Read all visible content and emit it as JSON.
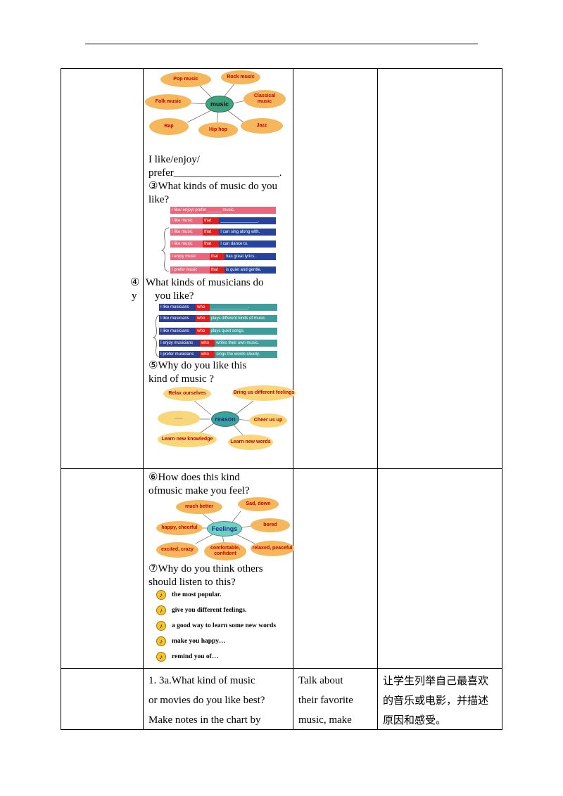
{
  "row1": {
    "music_map": {
      "center": "music",
      "nodes": [
        "Pop music",
        "Rock music",
        "Folk music",
        "Classical\nmusic",
        "Rap",
        "Hip hop",
        "Jazz"
      ]
    },
    "line1": "I  like/enjoy/",
    "line2": "prefer____________________.",
    "q3_line1": "③What kinds of music do you",
    "q3_line2": "like?",
    "music_bars": [
      {
        "a": "I like/ enjoy/ prefer ______ music.",
        "b": "",
        "c": ""
      },
      {
        "a": "I like music",
        "b": "that",
        "c": "________________."
      },
      {
        "a": "I like music",
        "b": "that",
        "c": "I can sing along with."
      },
      {
        "a": "I like music",
        "b": "that",
        "c": "I can dance to."
      },
      {
        "a": "I enjoy music",
        "b": "that",
        "c": "has great lyrics."
      },
      {
        "a": "I prefer music",
        "b": "that",
        "c": "is quiet  and gentle."
      }
    ],
    "q4_marker": "④",
    "q4_y": "y",
    "q4_line1": "What  kinds  of  musicians  do",
    "q4_line2": "you  like?",
    "musician_bars": [
      {
        "a": "I like musicians",
        "b": "who",
        "c": "________________."
      },
      {
        "a": "I like musicians",
        "b": "who",
        "c": "plays different kinds of music."
      },
      {
        "a": "I like musicians",
        "b": "who",
        "c": "plays quiet songs."
      },
      {
        "a": "I enjoy musicians",
        "b": "who",
        "c": "writes their own music."
      },
      {
        "a": "I prefer musicians",
        "b": "who",
        "c": "sings the words clearly."
      }
    ],
    "q5_line1": "⑤Why  do  you  like  this",
    "q5_line2": "kind  of  music  ?",
    "reason_map": {
      "center": "reason",
      "nodes": [
        "Relax ourselves",
        "Bring us different feelings",
        "......",
        "Cheer us up",
        "Learn new knowledge",
        "Learn new words"
      ]
    }
  },
  "row2": {
    "q6_line1": "⑥How  does  this  kind",
    "q6_line2": "ofmusic  make  you  feel?",
    "feel_map": {
      "center": "Feelings",
      "nodes": [
        "much better",
        "Sad, down",
        "happy, cheerful",
        "bored",
        "excited, crazy",
        "comfortable,\nconfident",
        "relaxed, peaceful"
      ]
    },
    "q7_line1": "⑦Why  do  you  think  others",
    "q7_line2": "should  listen  to  this?",
    "reasons": [
      "the most popular.",
      "give you different feelings.",
      "a good way to learn some new words",
      "make you happy…",
      "remind you of…"
    ],
    "note_icon": "music-note-icon"
  },
  "row3": {
    "c2_line1": "1.  3a.What  kind  of  music",
    "c2_line2": "or movies do you like best?",
    "c2_line3": "Make  notes  in  the  chart  by",
    "c3_line1": "Talk   about",
    "c3_line2": "their  favorite",
    "c3_line3": "music,  make",
    "c4_line1": "让学生列举自己最喜欢",
    "c4_line2": "的音乐或电影，并描述",
    "c4_line3": "原因和感受。"
  }
}
